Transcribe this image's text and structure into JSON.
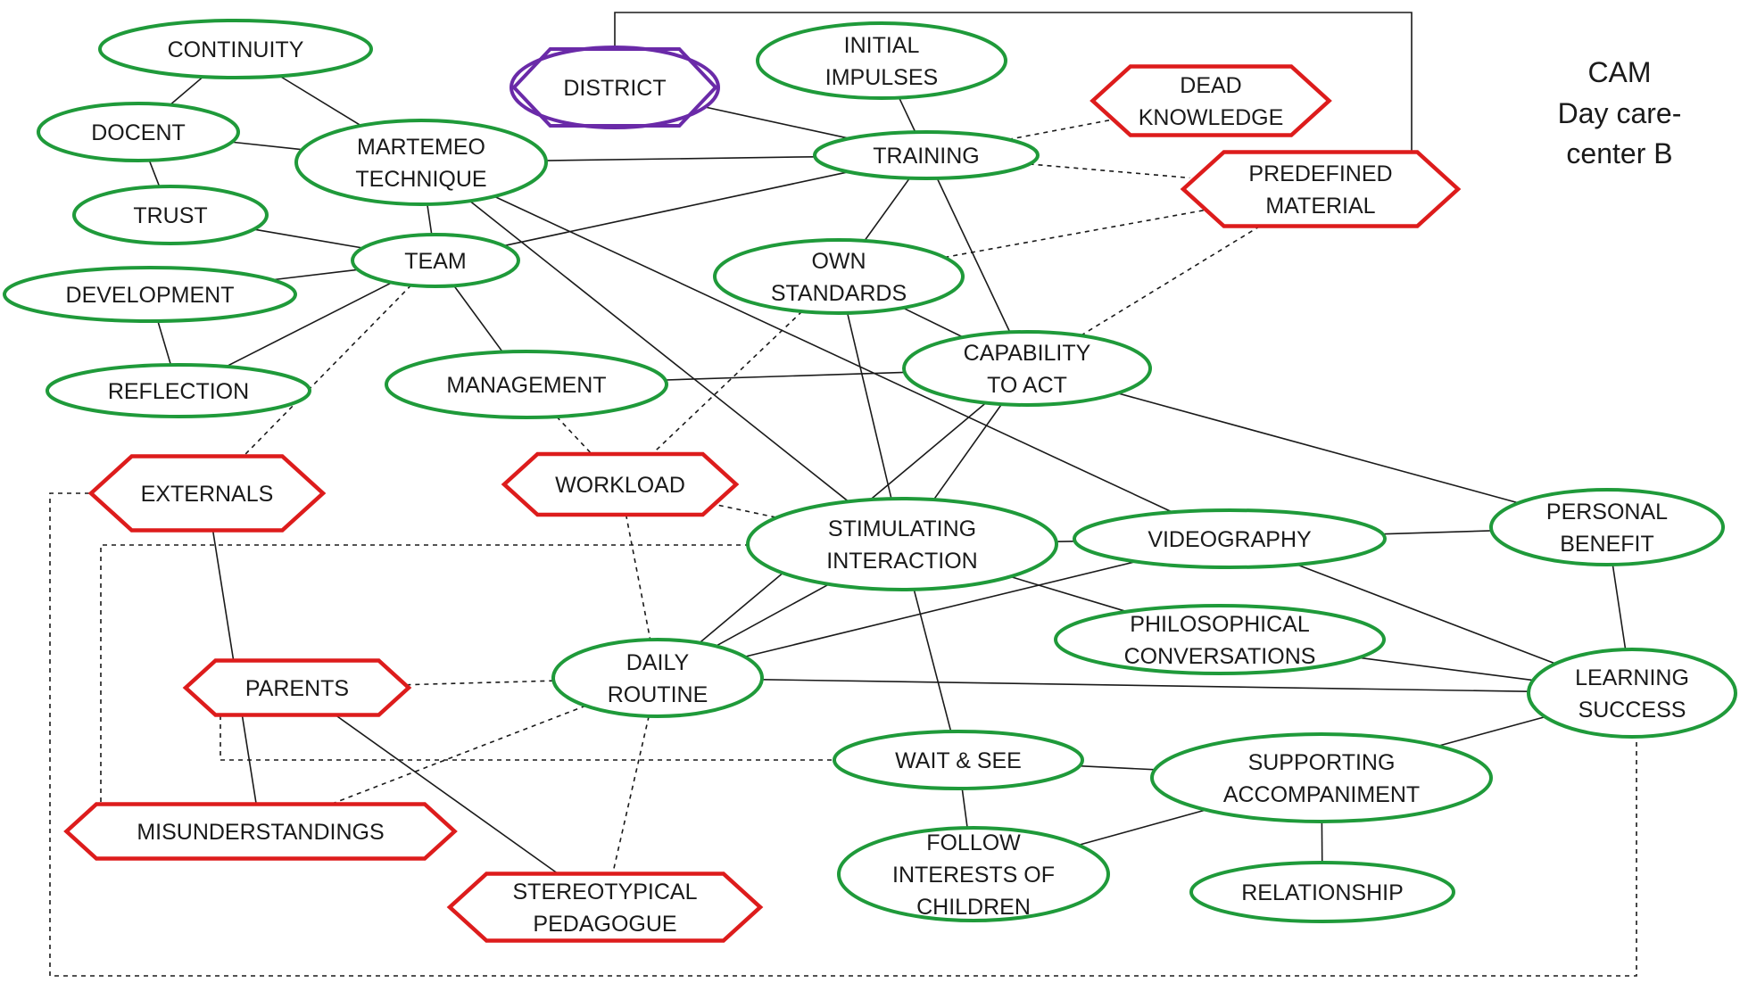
{
  "title": [
    "CAM",
    "Day care-",
    "center B"
  ],
  "colors": {
    "positive": "#1f9a3a",
    "negative": "#dd1c1c",
    "ambivalent": "#6a2aa8",
    "edge": "#1a1a1a"
  },
  "nodes": {
    "continuity": {
      "lines": [
        "CONTINUITY"
      ],
      "valence": "positive",
      "shape": "ellipse"
    },
    "docent": {
      "lines": [
        "DOCENT"
      ],
      "valence": "positive",
      "shape": "ellipse"
    },
    "martemeo": {
      "lines": [
        "MARTEMEO",
        "TECHNIQUE"
      ],
      "valence": "positive",
      "shape": "ellipse"
    },
    "trust": {
      "lines": [
        "TRUST"
      ],
      "valence": "positive",
      "shape": "ellipse"
    },
    "team": {
      "lines": [
        "TEAM"
      ],
      "valence": "positive",
      "shape": "ellipse"
    },
    "development": {
      "lines": [
        "DEVELOPMENT"
      ],
      "valence": "positive",
      "shape": "ellipse"
    },
    "reflection": {
      "lines": [
        "REFLECTION"
      ],
      "valence": "positive",
      "shape": "ellipse"
    },
    "management": {
      "lines": [
        "MANAGEMENT"
      ],
      "valence": "positive",
      "shape": "ellipse"
    },
    "district": {
      "lines": [
        "DISTRICT"
      ],
      "valence": "ambivalent",
      "shape": "ellipse-hexagon"
    },
    "initial": {
      "lines": [
        "INITIAL",
        "IMPULSES"
      ],
      "valence": "positive",
      "shape": "ellipse"
    },
    "training": {
      "lines": [
        "TRAINING"
      ],
      "valence": "positive",
      "shape": "ellipse"
    },
    "dead": {
      "lines": [
        "DEAD",
        "KNOWLEDGE"
      ],
      "valence": "negative",
      "shape": "hexagon"
    },
    "predefined": {
      "lines": [
        "PREDEFINED",
        "MATERIAL"
      ],
      "valence": "negative",
      "shape": "hexagon"
    },
    "own": {
      "lines": [
        "OWN",
        "STANDARDS"
      ],
      "valence": "positive",
      "shape": "ellipse"
    },
    "capability": {
      "lines": [
        "CAPABILITY",
        "TO ACT"
      ],
      "valence": "positive",
      "shape": "ellipse"
    },
    "externals": {
      "lines": [
        "EXTERNALS"
      ],
      "valence": "negative",
      "shape": "hexagon"
    },
    "workload": {
      "lines": [
        "WORKLOAD"
      ],
      "valence": "negative",
      "shape": "hexagon"
    },
    "stimulating": {
      "lines": [
        "STIMULATING",
        "INTERACTION"
      ],
      "valence": "positive",
      "shape": "ellipse"
    },
    "videography": {
      "lines": [
        "VIDEOGRAPHY"
      ],
      "valence": "positive",
      "shape": "ellipse"
    },
    "personal": {
      "lines": [
        "PERSONAL",
        "BENEFIT"
      ],
      "valence": "positive",
      "shape": "ellipse"
    },
    "philosophical": {
      "lines": [
        "PHILOSOPHICAL",
        "CONVERSATIONS"
      ],
      "valence": "positive",
      "shape": "ellipse"
    },
    "learning": {
      "lines": [
        "LEARNING",
        "SUCCESS"
      ],
      "valence": "positive",
      "shape": "ellipse"
    },
    "parents": {
      "lines": [
        "PARENTS"
      ],
      "valence": "negative",
      "shape": "hexagon"
    },
    "daily": {
      "lines": [
        "DAILY",
        "ROUTINE"
      ],
      "valence": "positive",
      "shape": "ellipse"
    },
    "wait": {
      "lines": [
        "WAIT & SEE"
      ],
      "valence": "positive",
      "shape": "ellipse"
    },
    "supporting": {
      "lines": [
        "SUPPORTING",
        "ACCOMPANIMENT"
      ],
      "valence": "positive",
      "shape": "ellipse"
    },
    "misunderstandings": {
      "lines": [
        "MISUNDERSTANDINGS"
      ],
      "valence": "negative",
      "shape": "hexagon"
    },
    "follow": {
      "lines": [
        "FOLLOW",
        "INTERESTS OF",
        "CHILDREN"
      ],
      "valence": "positive",
      "shape": "ellipse"
    },
    "relationship": {
      "lines": [
        "RELATIONSHIP"
      ],
      "valence": "positive",
      "shape": "ellipse"
    },
    "stereotypical": {
      "lines": [
        "STEREOTYPICAL",
        "PEDAGOGUE"
      ],
      "valence": "negative",
      "shape": "hexagon"
    }
  },
  "edges": [
    {
      "from": "continuity",
      "to": "docent",
      "style": "solid"
    },
    {
      "from": "continuity",
      "to": "martemeo",
      "style": "solid"
    },
    {
      "from": "docent",
      "to": "trust",
      "style": "solid"
    },
    {
      "from": "docent",
      "to": "martemeo",
      "style": "solid"
    },
    {
      "from": "trust",
      "to": "team",
      "style": "solid"
    },
    {
      "from": "martemeo",
      "to": "team",
      "style": "solid"
    },
    {
      "from": "development",
      "to": "team",
      "style": "solid"
    },
    {
      "from": "reflection",
      "to": "team",
      "style": "solid"
    },
    {
      "from": "development",
      "to": "reflection",
      "style": "solid"
    },
    {
      "from": "team",
      "to": "management",
      "style": "solid"
    },
    {
      "from": "team",
      "to": "training",
      "style": "solid"
    },
    {
      "from": "martemeo",
      "to": "training",
      "style": "solid"
    },
    {
      "from": "martemeo",
      "to": "stimulating",
      "style": "solid"
    },
    {
      "from": "martemeo",
      "to": "videography",
      "style": "solid"
    },
    {
      "from": "district",
      "to": "training",
      "style": "solid"
    },
    {
      "from": "initial",
      "to": "training",
      "style": "solid"
    },
    {
      "from": "training",
      "to": "dead",
      "style": "dashed"
    },
    {
      "from": "training",
      "to": "predefined",
      "style": "dashed"
    },
    {
      "from": "training",
      "to": "own",
      "style": "solid"
    },
    {
      "from": "training",
      "to": "capability",
      "style": "solid"
    },
    {
      "from": "own",
      "to": "predefined",
      "style": "dashed"
    },
    {
      "from": "own",
      "to": "capability",
      "style": "solid"
    },
    {
      "from": "own",
      "to": "stimulating",
      "style": "solid"
    },
    {
      "from": "own",
      "to": "workload",
      "style": "dashed"
    },
    {
      "from": "capability",
      "to": "predefined",
      "style": "dashed"
    },
    {
      "from": "management",
      "to": "capability",
      "style": "solid"
    },
    {
      "from": "management",
      "to": "workload",
      "style": "dashed"
    },
    {
      "from": "capability",
      "to": "stimulating",
      "style": "solid"
    },
    {
      "from": "capability",
      "to": "personal",
      "style": "solid"
    },
    {
      "from": "capability",
      "to": "daily",
      "style": "solid"
    },
    {
      "from": "workload",
      "to": "stimulating",
      "style": "dashed"
    },
    {
      "from": "workload",
      "to": "daily",
      "style": "dashed"
    },
    {
      "from": "stimulating",
      "to": "videography",
      "style": "solid"
    },
    {
      "from": "stimulating",
      "to": "philosophical",
      "style": "solid"
    },
    {
      "from": "stimulating",
      "to": "daily",
      "style": "solid"
    },
    {
      "from": "stimulating",
      "to": "wait",
      "style": "solid"
    },
    {
      "from": "videography",
      "to": "personal",
      "style": "solid"
    },
    {
      "from": "videography",
      "to": "learning",
      "style": "solid"
    },
    {
      "from": "videography",
      "to": "daily",
      "style": "solid"
    },
    {
      "from": "personal",
      "to": "learning",
      "style": "solid"
    },
    {
      "from": "philosophical",
      "to": "learning",
      "style": "solid"
    },
    {
      "from": "daily",
      "to": "learning",
      "style": "solid"
    },
    {
      "from": "daily",
      "to": "parents",
      "style": "dashed"
    },
    {
      "from": "daily",
      "to": "misunderstandings",
      "style": "dashed"
    },
    {
      "from": "daily",
      "to": "stereotypical",
      "style": "dashed"
    },
    {
      "from": "team",
      "to": "externals",
      "style": "dashed"
    },
    {
      "from": "externals",
      "to": "misunderstandings",
      "style": "solid"
    },
    {
      "from": "parents",
      "to": "stereotypical",
      "style": "solid"
    },
    {
      "from": "wait",
      "to": "supporting",
      "style": "solid"
    },
    {
      "from": "wait",
      "to": "follow",
      "style": "solid"
    },
    {
      "from": "supporting",
      "to": "follow",
      "style": "solid"
    },
    {
      "from": "supporting",
      "to": "relationship",
      "style": "solid"
    },
    {
      "from": "supporting",
      "to": "learning",
      "style": "solid"
    },
    {
      "from": "district",
      "to": "predefined",
      "style": "solid",
      "route": "bracket"
    },
    {
      "from": "externals",
      "to": "learning",
      "style": "dashed",
      "route": "loop-bottom"
    },
    {
      "from": "stimulating",
      "to": "misunderstandings",
      "style": "dashed",
      "route": "elbow"
    },
    {
      "from": "parents",
      "to": "wait",
      "style": "dashed",
      "route": "elbow"
    }
  ]
}
